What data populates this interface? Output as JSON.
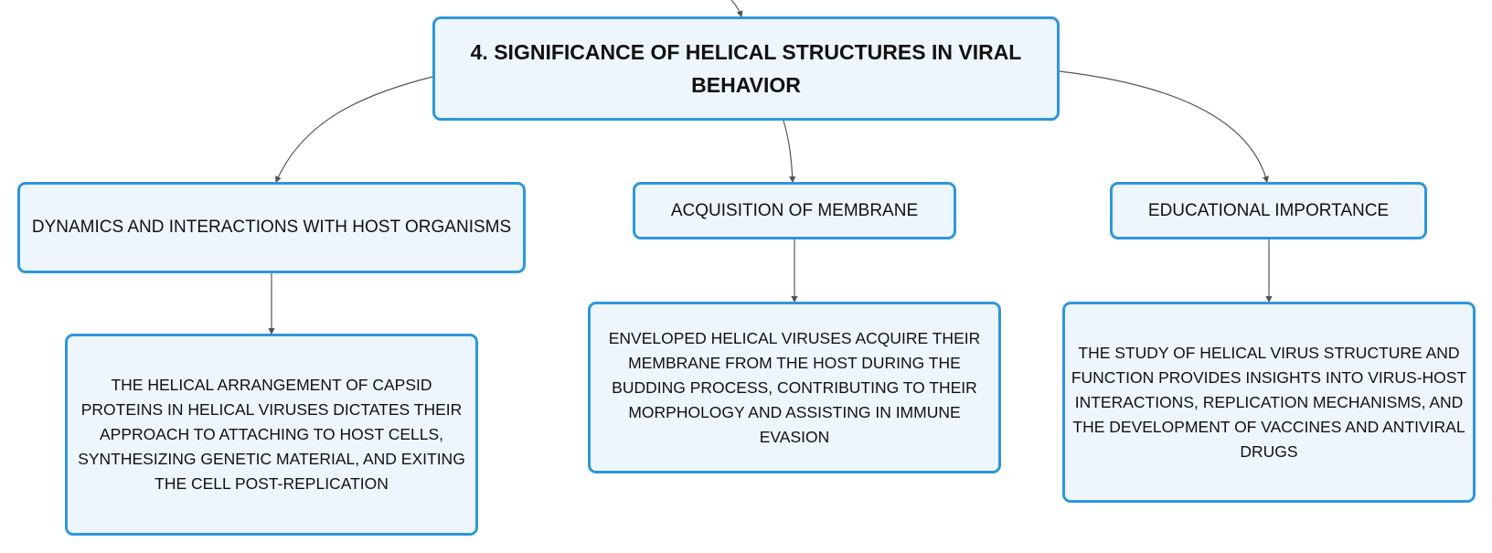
{
  "diagram": {
    "root": {
      "title": "4. SIGNIFICANCE OF HELICAL STRUCTURES IN VIRAL BEHAVIOR"
    },
    "branches": [
      {
        "label": "DYNAMICS AND INTERACTIONS WITH HOST ORGANISMS",
        "detail": "THE HELICAL ARRANGEMENT OF CAPSID PROTEINS IN HELICAL VIRUSES DICTATES THEIR APPROACH TO ATTACHING TO HOST CELLS, SYNTHESIZING GENETIC MATERIAL, AND EXITING THE CELL POST-REPLICATION"
      },
      {
        "label": "ACQUISITION OF MEMBRANE",
        "detail": "ENVELOPED HELICAL VIRUSES ACQUIRE THEIR MEMBRANE FROM THE HOST DURING THE BUDDING PROCESS, CONTRIBUTING TO THEIR MORPHOLOGY AND ASSISTING IN IMMUNE EVASION"
      },
      {
        "label": "EDUCATIONAL IMPORTANCE",
        "detail": "THE STUDY OF HELICAL VIRUS STRUCTURE AND FUNCTION PROVIDES INSIGHTS INTO VIRUS-HOST INTERACTIONS, REPLICATION MECHANISMS, AND THE DEVELOPMENT OF VACCINES AND ANTIVIRAL DRUGS"
      }
    ]
  },
  "colors": {
    "node_border": "#2e97dc",
    "node_fill": "#eef6fd",
    "connector": "#555555",
    "text": "#111111"
  }
}
